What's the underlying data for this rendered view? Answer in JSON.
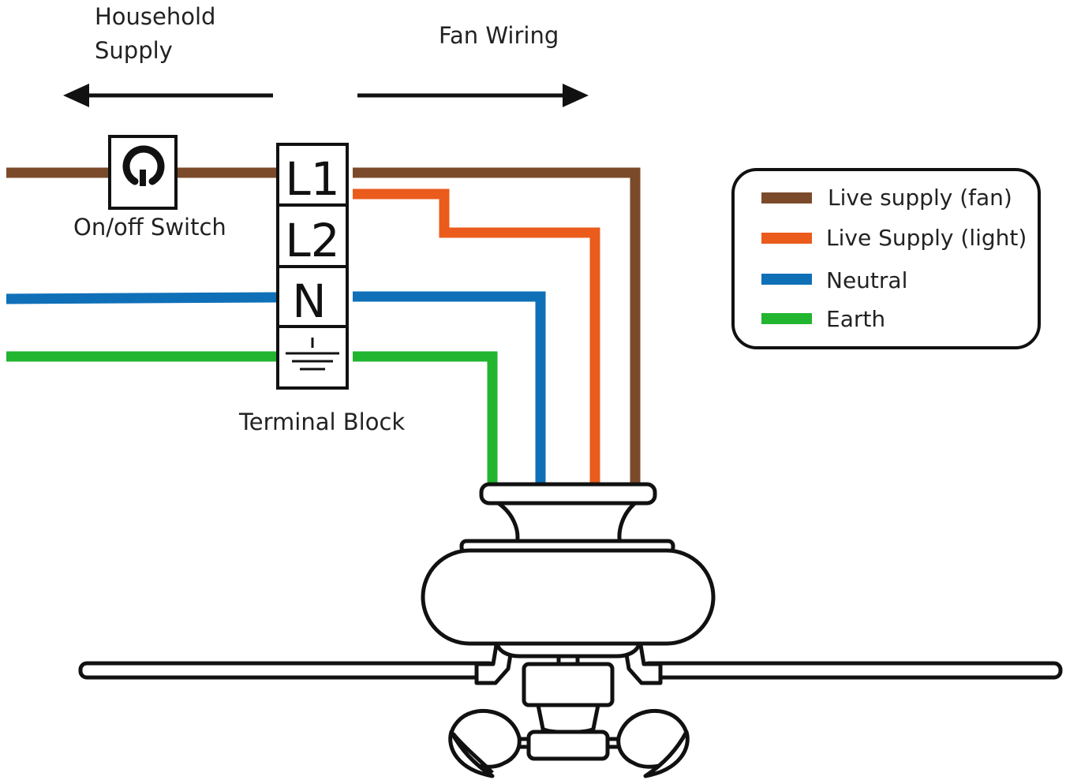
{
  "labels": {
    "household_line1": "Household",
    "household_line2": "Supply",
    "fan_wiring": "Fan Wiring",
    "switch": "On/off Switch",
    "terminal_block": "Terminal Block"
  },
  "terminals": [
    "L1",
    "L2",
    "N"
  ],
  "terminal_icons": [
    "power-switch-icon",
    "earth-ground-icon"
  ],
  "legend": [
    {
      "label": "Live supply (fan)",
      "color": "#7b4a2a"
    },
    {
      "label": "Live Supply (light)",
      "color": "#ea5b1c"
    },
    {
      "label": "Neutral",
      "color": "#0f70b8"
    },
    {
      "label": "Earth",
      "color": "#22b530"
    }
  ],
  "colors": {
    "live_fan": "#7b4a2a",
    "live_light": "#ea5b1c",
    "neutral": "#0f70b8",
    "earth": "#22b530",
    "outline": "#111111"
  }
}
